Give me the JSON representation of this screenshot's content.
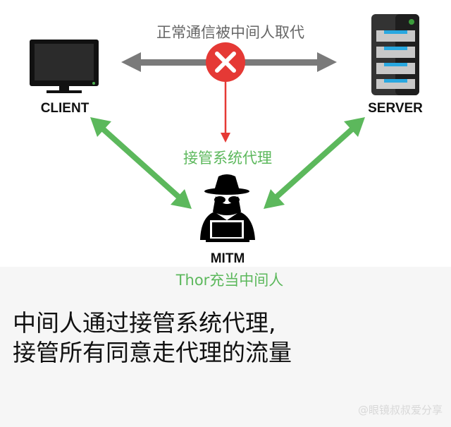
{
  "diagram": {
    "top_label": "正常通信被中间人取代",
    "client_label": "CLIENT",
    "server_label": "SERVER",
    "takeover_label": "接管系统代理",
    "mitm_label": "MITM",
    "thor_label": "Thor充当中间人"
  },
  "caption": {
    "line1": "中间人通过接管系统代理,",
    "line2": "接管所有同意走代理的流量"
  },
  "watermark": "@眼镜叔叔爱分享",
  "colors": {
    "green": "#5cb85c",
    "red": "#e53935",
    "gray": "#7a7a7a"
  }
}
